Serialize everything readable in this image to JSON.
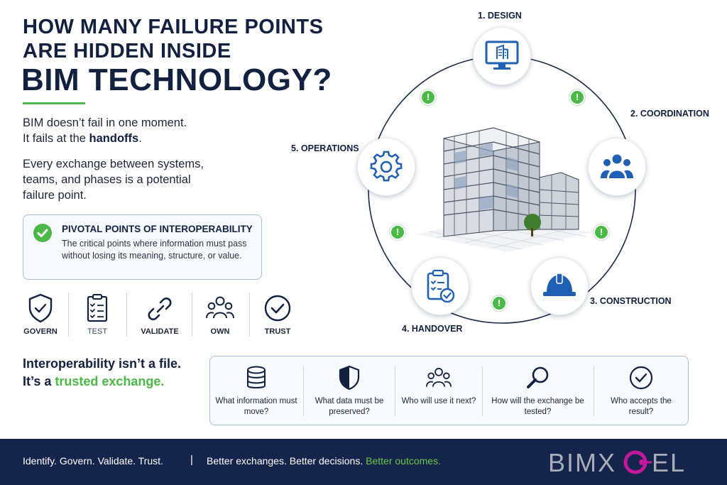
{
  "heading": {
    "line1": "HOW MANY FAILURE POINTS",
    "line2": "ARE HIDDEN INSIDE",
    "line3": "BIM TECHNOLOGY?"
  },
  "intro": {
    "line1": "BIM doesn’t fail in one moment.",
    "line2_prefix": "It fails at the ",
    "line2_bold": "handoffs",
    "line2_suffix": ".",
    "para2_line1": "Every exchange between systems,",
    "para2_line2": "teams, and phases is a potential",
    "para2_line3": "failure point."
  },
  "pivot": {
    "title": "PIVOTAL POINTS OF INTEROPERABILITY",
    "text": "The critical points where information must pass without losing its meaning, structure, or value."
  },
  "pillars": [
    {
      "label": "GOVERN",
      "icon": "shield-check-icon"
    },
    {
      "label": "TEST",
      "icon": "clipboard-checklist-icon"
    },
    {
      "label": "VALIDATE",
      "icon": "link-icon"
    },
    {
      "label": "OWN",
      "icon": "people-group-icon"
    },
    {
      "label": "TRUST",
      "icon": "check-circle-icon"
    }
  ],
  "tagline": {
    "line1": "Interoperability isn’t a file.",
    "line2_prefix": "It’s a ",
    "line2_highlight": "trusted exchange."
  },
  "questions": [
    {
      "text": "What information must move?",
      "icon": "database-icon"
    },
    {
      "text": "What data must be preserved?",
      "icon": "shield-icon"
    },
    {
      "text": "Who will use it next?",
      "icon": "people-group-icon"
    },
    {
      "text": "How will the exchange be tested?",
      "icon": "magnifier-icon"
    },
    {
      "text": "Who accepts the result?",
      "icon": "check-circle-icon"
    }
  ],
  "stages": [
    {
      "label": "1. DESIGN",
      "icon": "monitor-building-icon"
    },
    {
      "label": "2. COORDINATION",
      "icon": "people-group-icon"
    },
    {
      "label": "3. CONSTRUCTION",
      "icon": "hard-hat-icon"
    },
    {
      "label": "4. HANDOVER",
      "icon": "clipboard-check-icon"
    },
    {
      "label": "5. OPERATIONS",
      "icon": "gear-icon"
    }
  ],
  "alerts": [
    "!",
    "!",
    "!",
    "!",
    "!"
  ],
  "footer": {
    "left": "Identify. Govern. Validate. Trust.",
    "separator": "|",
    "right_prefix": "Better exchanges. Better decisions. ",
    "right_highlight": "Better outcomes."
  },
  "logo": {
    "text_left": "BIMX",
    "text_right": "EL"
  },
  "colors": {
    "navy": "#12213f",
    "green": "#4cb848",
    "blue": "#1f5fb4",
    "footer": "#14244a",
    "magenta": "#c2189c"
  }
}
